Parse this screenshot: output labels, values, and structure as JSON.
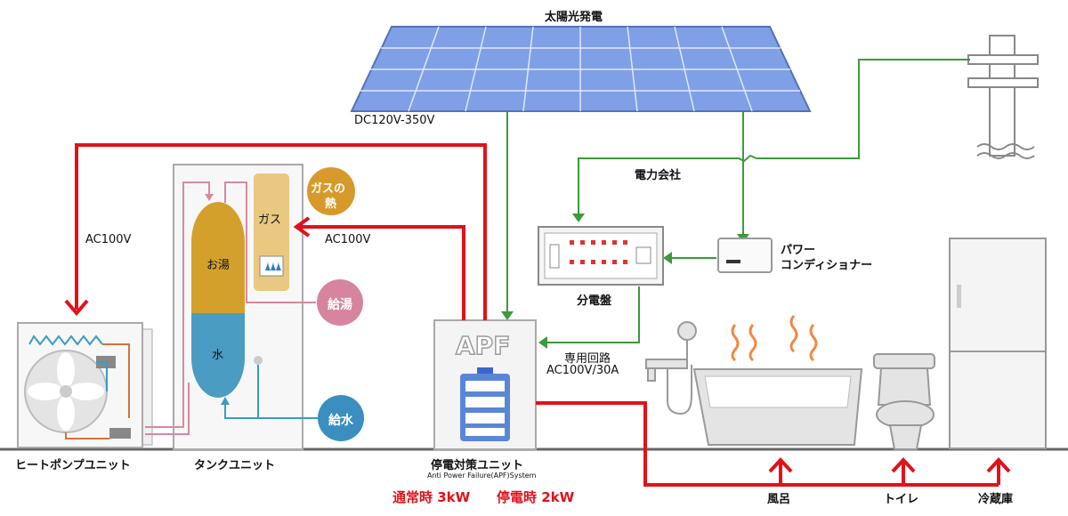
{
  "labels": {
    "solar": "太陽光発電",
    "dc_voltage": "DC120V-350V",
    "power_company": "電力会社",
    "power_conditioner_line1": "パワー",
    "power_conditioner_line2": "コンディショナー",
    "distribution_board": "分電盤",
    "dedicated_circuit_line1": "専用回路",
    "dedicated_circuit_line2": "AC100V/30A",
    "ac100v_left": "AC100V",
    "ac100v_tank": "AC100V",
    "gas": "ガス",
    "gas_heat_line1": "ガスの",
    "gas_heat_line2": "熱",
    "hot_water_tank": "お湯",
    "water_tank": "水",
    "hot_supply": "給湯",
    "water_supply": "給水",
    "apf_logo": "APF",
    "heat_pump_unit": "ヒートポンプユニット",
    "tank_unit": "タンクユニット",
    "apf_unit": "停電対策ユニット",
    "apf_subtitle": "Anti Power Failure(APF)System",
    "normal_output": "通常時 3kW",
    "outage_output": "停電時 2kW",
    "bath": "風呂",
    "toilet": "トイレ",
    "fridge": "冷蔵庫"
  },
  "colors": {
    "red_line": "#e0121a",
    "green_line": "#3b9a3b",
    "pink_pipe": "#d9889f",
    "blue_pipe": "#3a9bc4",
    "hot_water": "#d4a02c",
    "water": "#4a9cc3",
    "gas_box": "#e9c981",
    "gas_heat_circle": "#d79a2a",
    "hot_supply_circle": "#d7849e",
    "water_supply_circle": "#3a8fc0",
    "panel_blue": "#6d8fd6"
  }
}
